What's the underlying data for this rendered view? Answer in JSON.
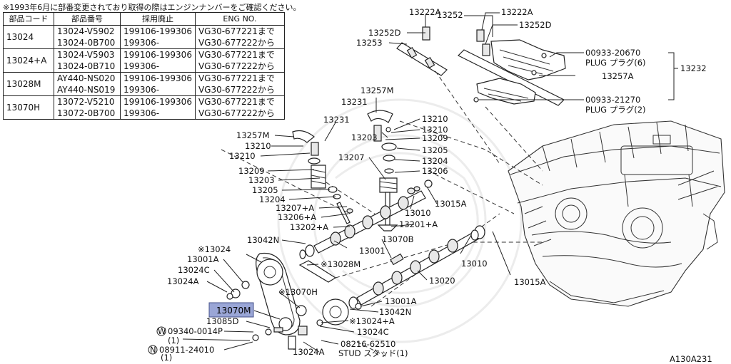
{
  "note": "※1993年6月に部番変更されており取得の際はエンジンナンバーをご確認ください。",
  "table": {
    "headers": [
      "部品コード",
      "部品番号",
      "採用廃止",
      "ENG NO."
    ],
    "rows": [
      {
        "code": "13024",
        "parts": [
          "13024-V5902",
          "13024-0B700"
        ],
        "periods": [
          "199106-199306",
          "199306-"
        ],
        "eng": [
          "VG30-677221まで",
          "VG30-677222から"
        ]
      },
      {
        "code": "13024+A",
        "parts": [
          "13024-V5903",
          "13024-0B710"
        ],
        "periods": [
          "199106-199306",
          "199306-"
        ],
        "eng": [
          "VG30-677221まで",
          "VG30-677222から"
        ]
      },
      {
        "code": "13028M",
        "parts": [
          "AY440-NS020",
          "AY440-NS019"
        ],
        "periods": [
          "199106-199306",
          "199306-"
        ],
        "eng": [
          "VG30-677221まで",
          "VG30-677222から"
        ]
      },
      {
        "code": "13070H",
        "parts": [
          "13072-V5210",
          "13072-0B700"
        ],
        "periods": [
          "199106-199306",
          "199306-"
        ],
        "eng": [
          "VG30-677221まで",
          "VG30-677222から"
        ]
      }
    ]
  },
  "labels": {
    "l13222A_1": "13222A",
    "l13252_top": "13252",
    "l13222A_2": "13222A",
    "l13252D_1": "13252D",
    "l13252D_2": "13252D",
    "l13253": "13253",
    "l00933_20670": "00933-20670",
    "l_plug6": "PLUG プラグ(6)",
    "l13232": "13232",
    "l13257A": "13257A",
    "l00933_21270": "00933-21270",
    "l_plug2": "PLUG プラグ(2)",
    "l13257M_1": "13257M",
    "l13231_1": "13231",
    "l13210_1": "13210",
    "l13210_2": "13210",
    "l13203_r": "13203",
    "l13209_r": "13209",
    "l13205_r": "13205",
    "l13204_r": "13204",
    "l13206_r": "13206",
    "l13207_r": "13207",
    "l13231_2": "13231",
    "l13257M_2": "13257M",
    "l13210_3": "13210",
    "l13209_l": "13209",
    "l13203_l": "13203",
    "l13205_l": "13205",
    "l13204_l": "13204",
    "l13207A": "13207+A",
    "l13206A": "13206+A",
    "l13202A": "13202+A",
    "l13015A_1": "13015A",
    "l13010_1": "13010",
    "l13201A": "13201+A",
    "l13042N_1": "13042N",
    "l13001_1": "13001",
    "l13070B": "13070B",
    "l13024_star": "※13024",
    "l13001A_l": "13001A",
    "l13028M": "※13028M",
    "l13024C_1": "13024C",
    "l13010_2": "13010",
    "l13015A_2": "13015A",
    "l13020": "13020",
    "l13024A_1": "13024A",
    "l13070H": "※13070H",
    "l13070M": "13070M",
    "l13001A_r": "13001A",
    "l13042N_2": "13042N",
    "l13085D": "13085D",
    "l13024A_star": "※13024+A",
    "l09340": "09340-0014P",
    "l13024C_2": "13024C",
    "l_one_1": "(1)",
    "l08216": "08216-62510",
    "l08911": "08911-24010",
    "l_stud": "STUD スタッド(1)",
    "l_one_2": "(1)",
    "l13024A_2": "13024A",
    "l_W": "W",
    "l_N": "N",
    "code": "A130A231"
  },
  "colors": {
    "highlight_fill": "#9aa6d6",
    "highlight_border": "#44508a",
    "line": "#222222"
  },
  "icons": [
    "camshaft",
    "timing-belt",
    "cam-sprocket",
    "valve-spring",
    "rocker-arm",
    "engine-block"
  ]
}
